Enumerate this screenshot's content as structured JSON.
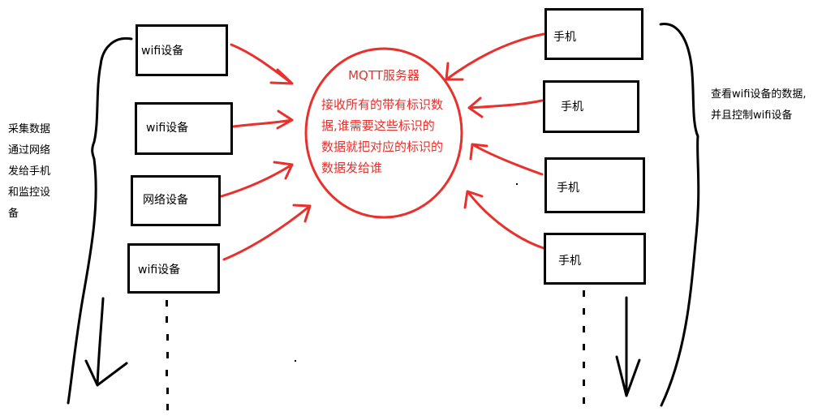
{
  "server": {
    "title": "MQTT服务器",
    "description_lines": [
      "接收所有的带有标识数",
      "据,谁需要这些标识的",
      "数据就把对应的标识的",
      "数据发给谁"
    ]
  },
  "devices": [
    {
      "label": "wifi设备"
    },
    {
      "label": "wifi设备"
    },
    {
      "label": "网络设备"
    },
    {
      "label": "wifi设备"
    }
  ],
  "phones": [
    {
      "label": "手机"
    },
    {
      "label": "手机"
    },
    {
      "label": "手机"
    },
    {
      "label": "手机"
    }
  ],
  "left_note_lines": [
    "采集数据",
    "通过网络",
    "发给手机",
    "和监控设",
    "备"
  ],
  "right_note_lines": [
    "查看wifi设备的数据,",
    "并且控制wifi设备"
  ],
  "colors": {
    "ink": "#000000",
    "accent": "#e8302c"
  }
}
